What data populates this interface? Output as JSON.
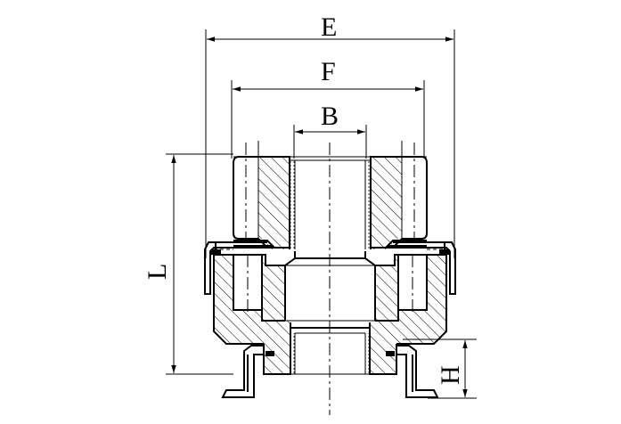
{
  "dimensions": {
    "E": "E",
    "F": "F",
    "B": "B",
    "L": "L",
    "H": "H"
  },
  "colors": {
    "line": "#000000",
    "background": "#ffffff"
  }
}
